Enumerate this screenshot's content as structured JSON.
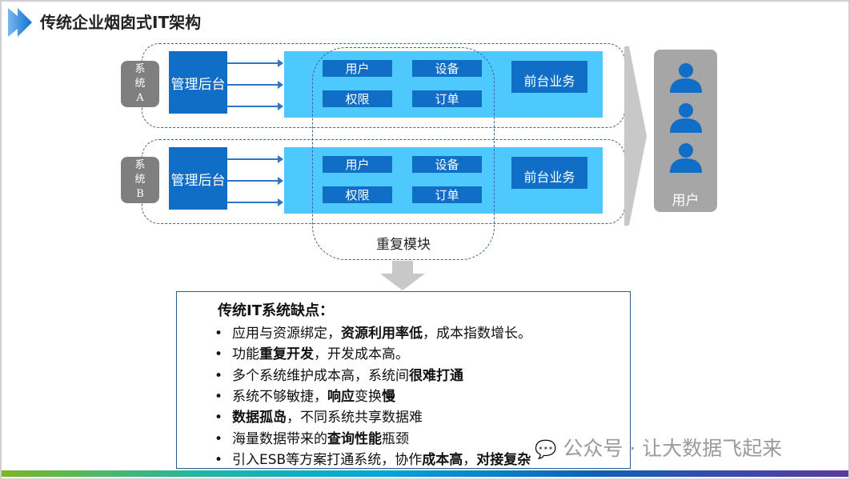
{
  "title": "传统企业烟囱式IT架构",
  "systems": [
    {
      "label": [
        "系",
        "统",
        "A"
      ],
      "backend": "管理后台",
      "modules": [
        "用户",
        "设备",
        "权限",
        "订单"
      ],
      "front": "前台业务"
    },
    {
      "label": [
        "系",
        "统",
        "B"
      ],
      "backend": "管理后台",
      "modules": [
        "用户",
        "设备",
        "权限",
        "订单"
      ],
      "front": "前台业务"
    }
  ],
  "repeat_label": "重复模块",
  "users_label": "用户",
  "drawbacks": {
    "title": "传统IT系统缺点：",
    "items": [
      [
        {
          "t": "应用与资源绑定，",
          "b": false
        },
        {
          "t": "资源利用率低",
          "b": true
        },
        {
          "t": "，成本指数增长。",
          "b": false
        }
      ],
      [
        {
          "t": "功能",
          "b": false
        },
        {
          "t": "重复开发",
          "b": true
        },
        {
          "t": "，开发成本高。",
          "b": false
        }
      ],
      [
        {
          "t": "多个系统维护成本高，系统间",
          "b": false
        },
        {
          "t": "很难打通",
          "b": true
        }
      ],
      [
        {
          "t": "系统不够敏捷，",
          "b": false
        },
        {
          "t": "响应",
          "b": true
        },
        {
          "t": "变换",
          "b": false
        },
        {
          "t": "慢",
          "b": true
        }
      ],
      [
        {
          "t": "数据孤岛",
          "b": true
        },
        {
          "t": "，不同系统共享数据难",
          "b": false
        }
      ],
      [
        {
          "t": "海量数据带来的",
          "b": false
        },
        {
          "t": "查询性能",
          "b": true
        },
        {
          "t": "瓶颈",
          "b": false
        }
      ],
      [
        {
          "t": "引入ESB等方案打通系统，协作",
          "b": false
        },
        {
          "t": "成本高",
          "b": true
        },
        {
          "t": "，",
          "b": false
        },
        {
          "t": "对接复杂",
          "b": true
        }
      ]
    ]
  },
  "watermark": "公众号 · 让大数据飞起来",
  "colors": {
    "blue": "#106ec6",
    "light": "#4dc9fd",
    "gray": "#7f7f7f"
  }
}
